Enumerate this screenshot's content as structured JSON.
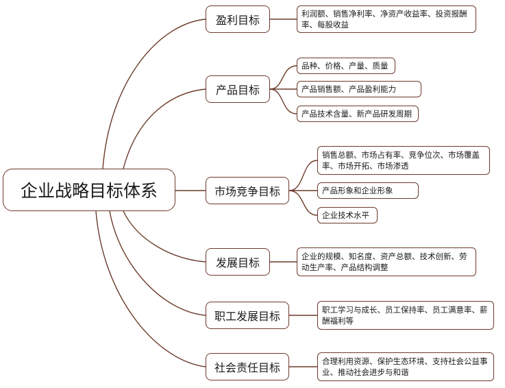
{
  "root": "企业战略目标体系",
  "categories": [
    {
      "label": "盈利目标",
      "items": [
        "利润额、销售净利率、净资产收益率、投资报酬率、每股收益"
      ]
    },
    {
      "label": "产品目标",
      "items": [
        "品种、价格、产量、质量",
        "产品销售额、产品盈利能力",
        "产品技术含量、新产品研发周期"
      ]
    },
    {
      "label": "市场竞争目标",
      "items": [
        "销售总额、市场占有率、竞争位次、市场覆盖率、市场开拓、市场渗透",
        "产品形象和企业形象",
        "企业技术水平"
      ]
    },
    {
      "label": "发展目标",
      "items": [
        "企业的规模、知名度、资产总额、技术创新、劳动生产率、产品结构调整"
      ]
    },
    {
      "label": "职工发展目标",
      "items": [
        "职工学习与成长、员工保持率、员工满意率、薪酬福利等"
      ]
    },
    {
      "label": "社会责任目标",
      "items": [
        "合理利用资源、保护生态环境、支持社会公益事业、推动社会进步与和谐"
      ]
    }
  ]
}
